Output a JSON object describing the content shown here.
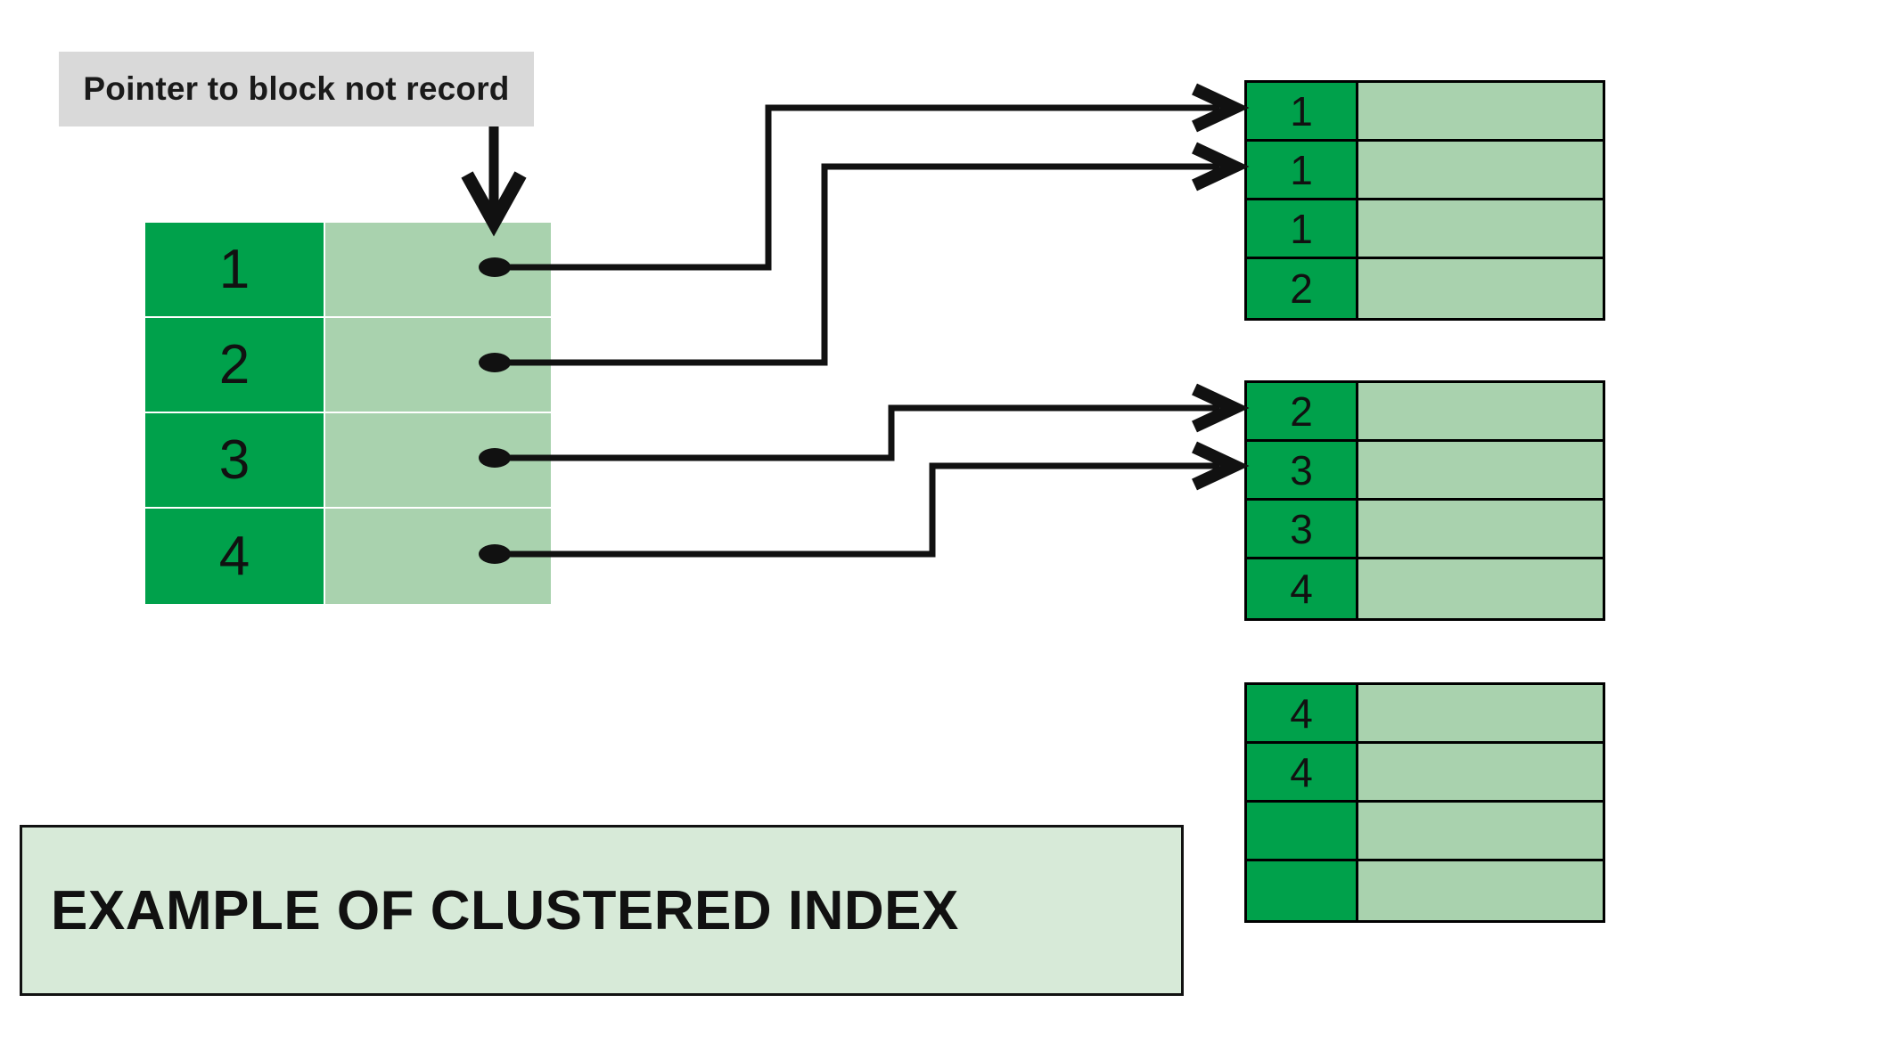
{
  "diagram": {
    "title": "Example of clustered index",
    "callout": {
      "text": "Pointer to block not record",
      "background_color": "#d9d9d9"
    },
    "caption": {
      "text": "EXAMPLE OF CLUSTERED INDEX",
      "background_color": "#d7ead8",
      "border_color": "#111111"
    },
    "colors": {
      "key_cell": "#00a14b",
      "value_cell": "#a9d2ae",
      "connector": "#000000",
      "page_background": "#ffffff"
    },
    "index_table": {
      "name": "clustered-index-table",
      "rows": [
        {
          "key": "1",
          "pointer": "pointer-dot"
        },
        {
          "key": "2",
          "pointer": "pointer-dot"
        },
        {
          "key": "3",
          "pointer": "pointer-dot"
        },
        {
          "key": "4",
          "pointer": "pointer-dot"
        }
      ]
    },
    "blocks": [
      {
        "name": "data-block-1",
        "rows": [
          {
            "key": "1",
            "value": ""
          },
          {
            "key": "1",
            "value": ""
          },
          {
            "key": "1",
            "value": ""
          },
          {
            "key": "2",
            "value": ""
          }
        ]
      },
      {
        "name": "data-block-2",
        "rows": [
          {
            "key": "2",
            "value": ""
          },
          {
            "key": "3",
            "value": ""
          },
          {
            "key": "3",
            "value": ""
          },
          {
            "key": "4",
            "value": ""
          }
        ]
      },
      {
        "name": "data-block-3",
        "rows": [
          {
            "key": "4",
            "value": ""
          },
          {
            "key": "4",
            "value": ""
          },
          {
            "key": "",
            "value": ""
          },
          {
            "key": "",
            "value": ""
          }
        ]
      }
    ],
    "connections": [
      {
        "from": "index-row-1",
        "to": "data-block-1-row-1"
      },
      {
        "from": "index-row-2",
        "to": "data-block-1-row-2"
      },
      {
        "from": "index-row-3",
        "to": "data-block-2-row-1"
      },
      {
        "from": "index-row-4",
        "to": "data-block-2-row-2"
      }
    ]
  }
}
